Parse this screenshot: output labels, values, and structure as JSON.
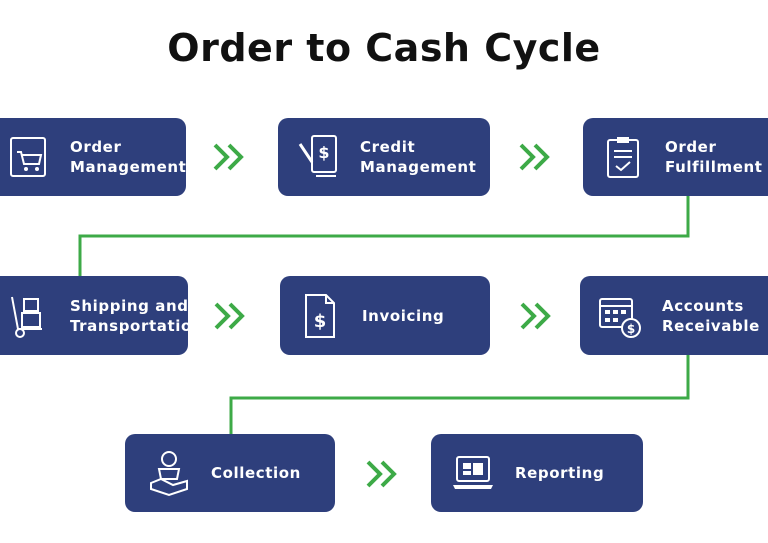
{
  "title": "Order to Cash Cycle",
  "steps": [
    {
      "line1": "Order",
      "line2": "Management",
      "icon": "cart-icon"
    },
    {
      "line1": "Credit",
      "line2": "Management",
      "icon": "check-document-icon"
    },
    {
      "line1": "Order",
      "line2": "Fulfillment",
      "icon": "clipboard-icon"
    },
    {
      "line1": "Shipping and",
      "line2": "Transportation",
      "icon": "hand-truck-icon"
    },
    {
      "line1": "Invoicing",
      "line2": "",
      "icon": "invoice-icon"
    },
    {
      "line1": "Accounts",
      "line2": "Receivable",
      "icon": "calendar-dollar-icon"
    },
    {
      "line1": "Collection",
      "line2": "",
      "icon": "money-bag-icon"
    },
    {
      "line1": "Reporting",
      "line2": "",
      "icon": "laptop-report-icon"
    }
  ],
  "colors": {
    "box": "#2e3f7c",
    "connector": "#3daa47",
    "title": "#111111"
  }
}
